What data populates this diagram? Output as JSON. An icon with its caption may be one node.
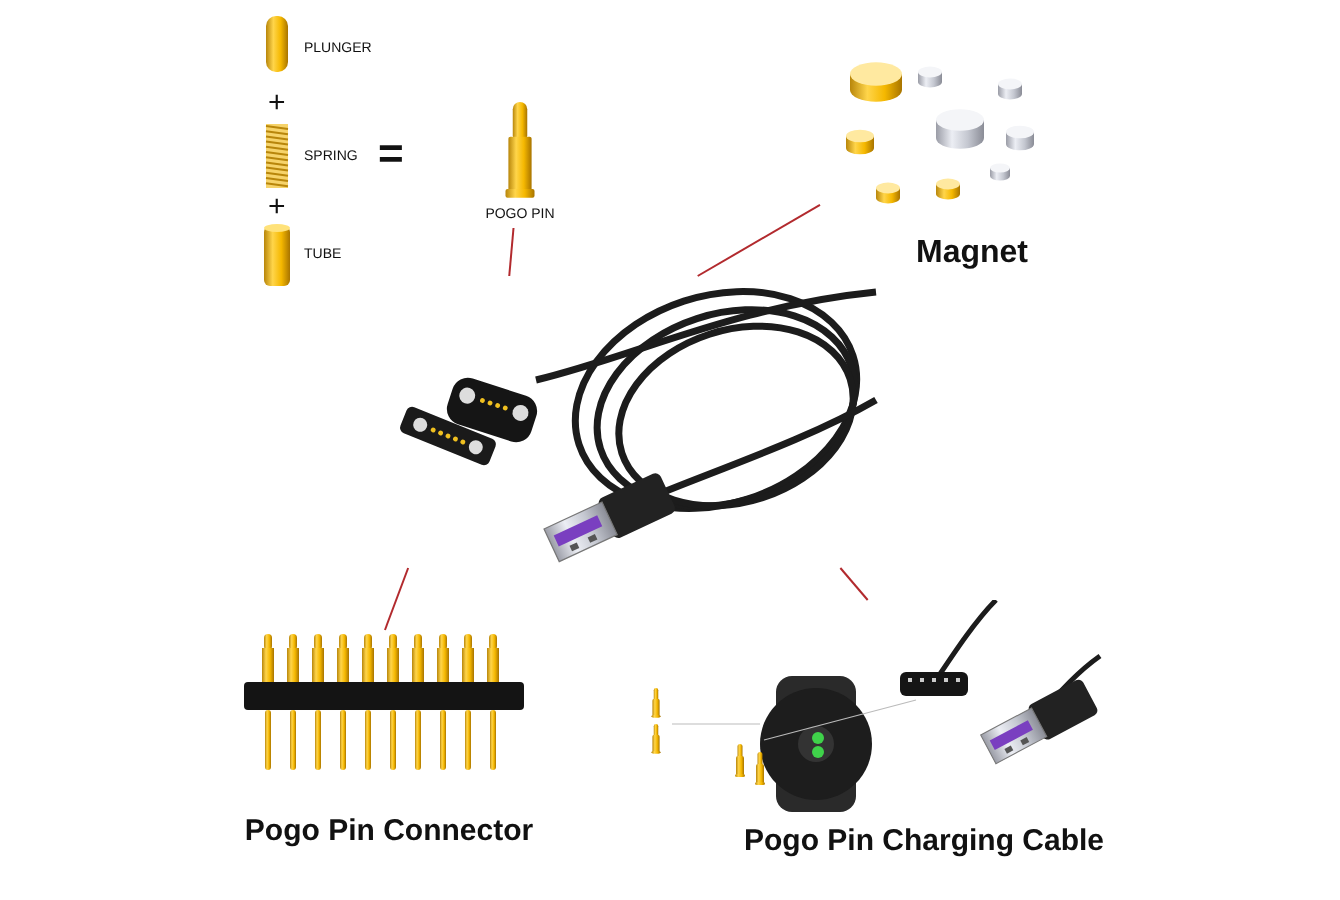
{
  "diagram": {
    "nodes": [
      {
        "text": [],
        "shape": "picture",
        "beside": [
          "POGO PIN"
        ]
      },
      {
        "text": [],
        "shape": "picture",
        "beside": [
          "Magnet"
        ]
      },
      {
        "text": [],
        "shape": "picture"
      },
      {
        "text": [],
        "shape": "picture",
        "beside": [
          "Pogo Pin Connector"
        ]
      },
      {
        "text": [],
        "shape": "picture",
        "beside": [
          "Pogo Pin Charging Cable"
        ]
      }
    ],
    "edges": [
      {
        "from": 0,
        "to": 2,
        "arrow": "none"
      },
      {
        "from": 1,
        "to": 2,
        "arrow": "none"
      },
      {
        "from": 3,
        "to": 2,
        "arrow": "none"
      },
      {
        "from": 4,
        "to": 2,
        "arrow": "none"
      }
    ],
    "labels": [
      "PLUNGER",
      "+",
      "SPRING",
      "=",
      "+",
      "TUBE"
    ]
  }
}
